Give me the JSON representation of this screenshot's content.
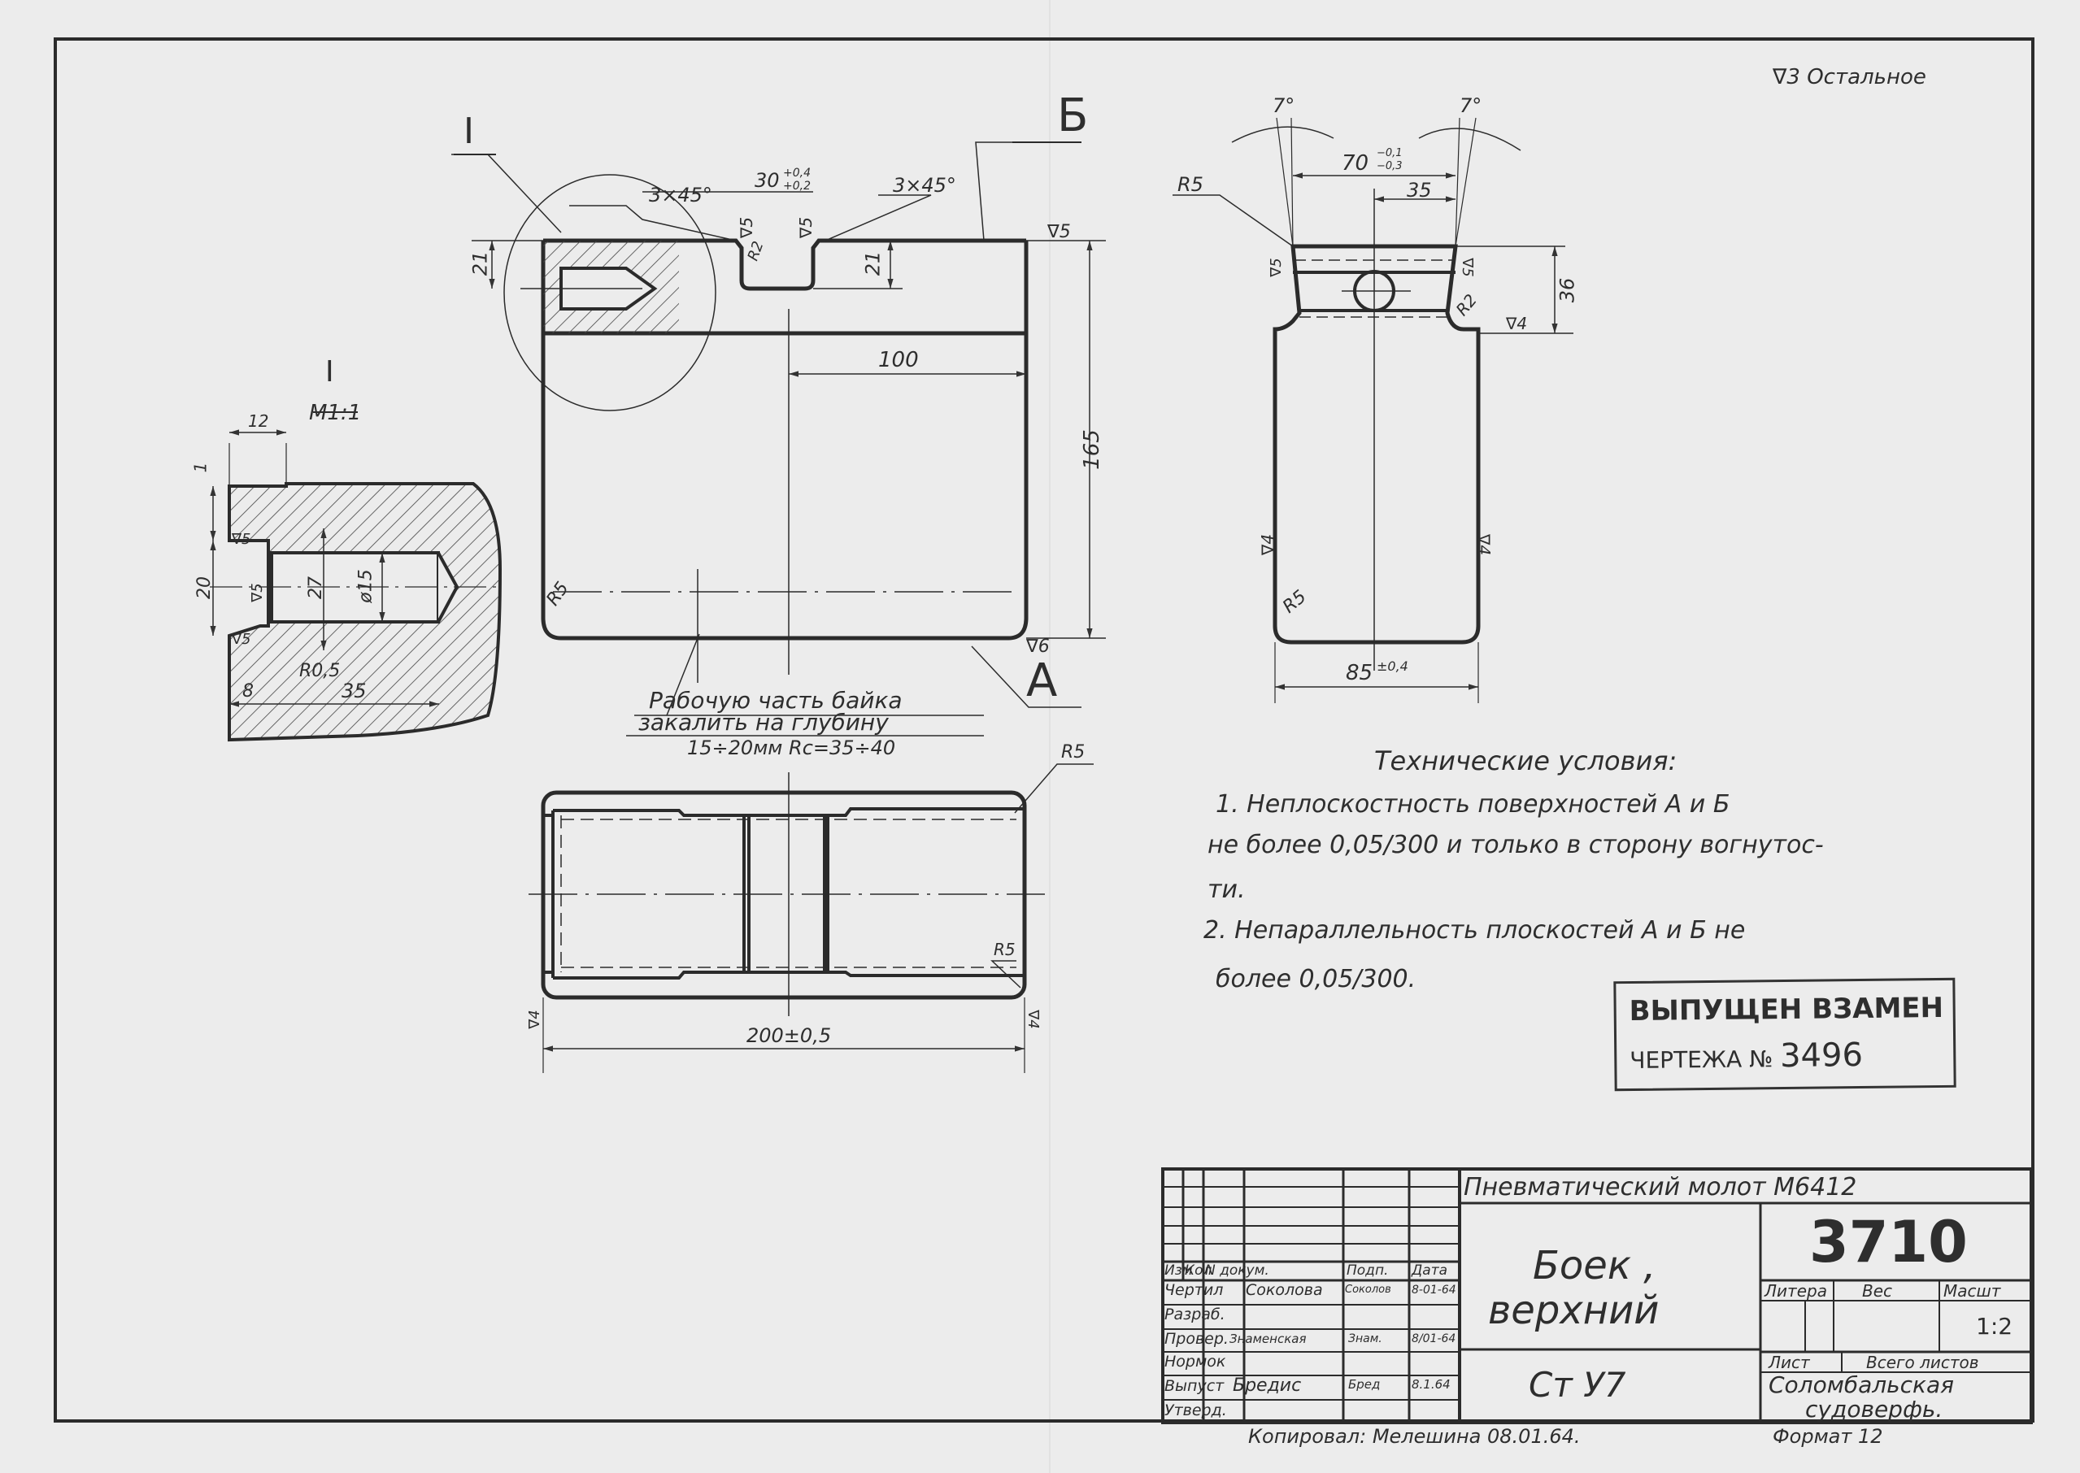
{
  "drawing": {
    "roughness_note": "∇3 Остальное",
    "view_labels": {
      "detail_callout": "I",
      "surface_b": "Б",
      "surface_a": "А",
      "detail_title": "I",
      "detail_scale": "М1:1"
    },
    "front_view": {
      "dims": {
        "chamfer_left": "3×45°",
        "chamfer_right": "3×45°",
        "slot_width": "30",
        "slot_tol_upper": "+0,4",
        "slot_tol_lower": "+0,2",
        "slot_roughness_left": "∇5",
        "slot_radius": "R2",
        "slot_roughness_right": "∇5",
        "slot_depth_left": "21",
        "slot_depth_right": "21",
        "top_roughness": "∇5",
        "center_offset": "100",
        "height": "165",
        "corner_radius": "R5",
        "bottom_roughness": "∇6"
      },
      "hardening_note": {
        "line1": "Рабочую часть байка",
        "line2": "закалить на глубину",
        "line3": "15÷20мм Rc=35÷40"
      }
    },
    "detail_view": {
      "dims": {
        "width_top": "12",
        "step": "1",
        "slot_height": "20",
        "depth_27": "27",
        "hole_dia": "ø15",
        "roughness_a": "∇5",
        "roughness_b": "∇5",
        "roughness_c": "∇5",
        "fillet": "R0,5",
        "offset_8": "8",
        "depth_35": "35"
      }
    },
    "side_view": {
      "dims": {
        "angle_left": "7°",
        "angle_right": "7°",
        "top_width": "70",
        "top_tol_upper": "−0,1",
        "top_tol_lower": "−0,3",
        "half_width": "35",
        "radius_top": "R5",
        "radius_r2": "R2",
        "dovetail_height": "36",
        "roughness_left_top": "∇5",
        "roughness_right_top": "∇5",
        "roughness_shoulder": "∇4",
        "roughness_left": "∇4",
        "roughness_right": "∇4",
        "corner_radius": "R5",
        "width": "85",
        "width_tol": "±0,4"
      }
    },
    "plan_view": {
      "dims": {
        "radius_top": "R5",
        "radius_bottom": "R5",
        "length": "200±0,5",
        "roughness_left": "∇4",
        "roughness_right": "∇4"
      }
    }
  },
  "technical_conditions": {
    "title": "Технические условия:",
    "lines": [
      "1. Неплоскостность поверхностей  А и Б",
      "не более  0,05/300 и только в сторону вогнутос-",
      "ти.",
      "2. Непараллельность плоскостей  А и Б не",
      "более  0,05/300."
    ]
  },
  "stamp": {
    "line1": "ВЫПУЩЕН ВЗАМЕН",
    "line2_prefix": "ЧЕРТЕЖА №",
    "line2_number": "3496"
  },
  "title_block": {
    "product": "Пневматический молот М6412",
    "drawing_number": "3710",
    "part_name_line1": "Боек ,",
    "part_name_line2": "верхний",
    "material": "Ст У7",
    "headers": {
      "izm": "Изм",
      "kol": "Кол",
      "ndokum": "N докум.",
      "podp": "Подп.",
      "data": "Дата",
      "litera": "Литера",
      "ves": "Вес",
      "masshtab": "Масшт"
    },
    "scale": "1:2",
    "sheet_label": "Лист",
    "total_sheets_label": "Всего листов",
    "organization_line1": "Соломбальская",
    "organization_line2": "судоверфь.",
    "roles": [
      {
        "role": "Чертил",
        "name": "Соколова",
        "sign": "Соколов",
        "date": "8-01-64"
      },
      {
        "role": "Разраб.",
        "name": "",
        "sign": "",
        "date": ""
      },
      {
        "role": "Провер.",
        "name": "Знаменская",
        "sign": "Знам.",
        "date": "8/01-64"
      },
      {
        "role": "Нормок",
        "name": "",
        "sign": "",
        "date": ""
      },
      {
        "role": "Выпуст",
        "name": "Бредис",
        "sign": "Бред",
        "date": "8.1.64"
      },
      {
        "role": "Утверд.",
        "name": "",
        "sign": "",
        "date": ""
      }
    ],
    "copied_by": "Копировал:  Мелешина  08.01.64.",
    "format": "Формат 12"
  }
}
